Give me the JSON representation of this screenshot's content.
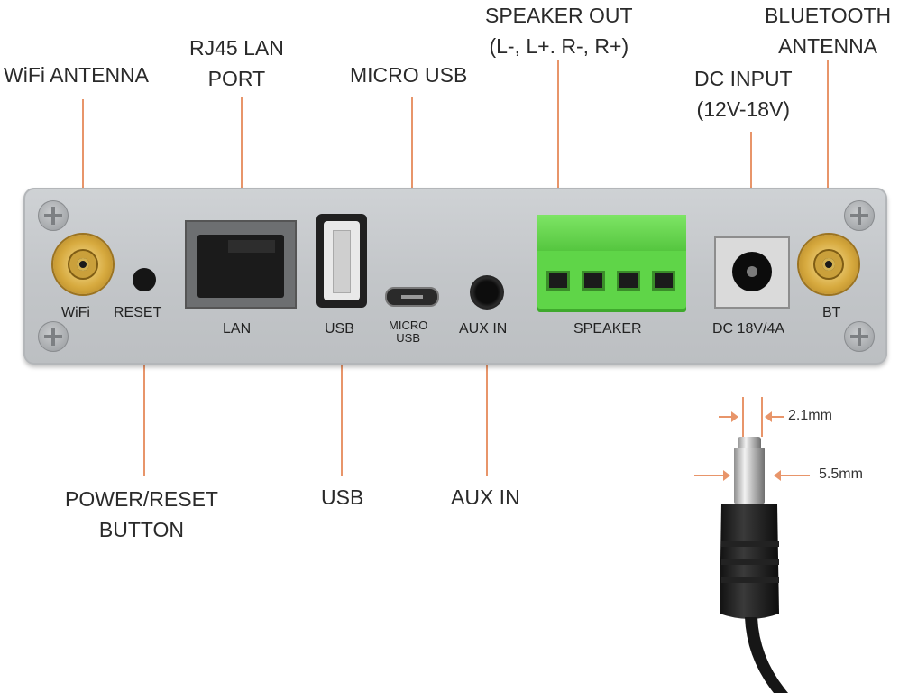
{
  "callouts": {
    "wifi_antenna": "WiFi  ANTENNA",
    "rj45_line1": "RJ45 LAN",
    "rj45_line2": "PORT",
    "micro_usb": "MICRO  USB",
    "speaker_out_line1": "SPEAKER  OUT",
    "speaker_out_line2": "(L-, L+. R-, R+)",
    "dc_input_line1": "DC INPUT",
    "dc_input_line2": "(12V-18V)",
    "bt_antenna_line1": "BLUETOOTH",
    "bt_antenna_line2": "ANTENNA",
    "power_reset_line1": "POWER/RESET",
    "power_reset_line2": "BUTTON",
    "usb": "USB",
    "aux_in": "AUX IN"
  },
  "panel_labels": {
    "wifi": "WiFi",
    "reset": "RESET",
    "lan": "LAN",
    "usb": "USB",
    "micro_usb_line1": "MICRO",
    "micro_usb_line2": "USB",
    "aux_in": "AUX IN",
    "speaker": "SPEAKER",
    "dc": "DC 18V/4A",
    "bt": "BT"
  },
  "dimensions": {
    "pin_diameter": "2.1mm",
    "barrel_diameter": "5.5mm"
  },
  "colors": {
    "leader_line": "#e8956a",
    "terminal_block": "#5fd548",
    "antenna_connector": "#d7aa3f"
  }
}
